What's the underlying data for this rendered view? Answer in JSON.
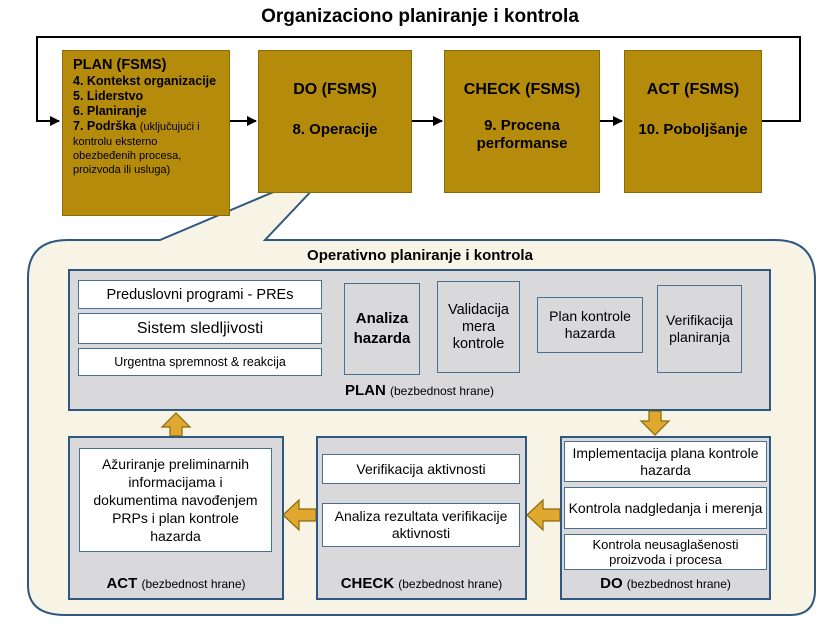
{
  "title": "Organizaciono planiranje i kontrola",
  "top_boxes": {
    "plan": {
      "head": "PLAN (FSMS)",
      "item1": "4. Kontekst organizacije",
      "item2": "5. Liderstvo",
      "item3": "6. Planiranje",
      "item4_bold": "7. Podrška",
      "item4_rest": "(uključujući i",
      "item4_tail": "kontrolu eksterno obezbeđenih procesa, proizvoda ili usluga)"
    },
    "do": {
      "head": "DO (FSMS)",
      "body": "8. Operacije"
    },
    "check": {
      "head": "CHECK (FSMS)",
      "body": "9. Procena performanse"
    },
    "act": {
      "head": "ACT (FSMS)",
      "body": "10. Poboljšanje"
    }
  },
  "operational": {
    "title": "Operativno planiranje i kontrola",
    "plan": {
      "items": [
        "Preduslovni programi - PREs",
        "Sistem sledljivosti",
        "Urgentna spremnost & reakcija"
      ],
      "analysis": "Analiza hazarda",
      "validation": "Validacija mera kontrole",
      "control_plan": "Plan kontrole hazarda",
      "verification": "Verifikacija planiranja",
      "label_bold": "PLAN",
      "label_rest": "(bezbednost hrane)"
    },
    "do": {
      "items": [
        "Implementacija plana kontrole hazarda",
        "Kontrola nadgledanja i merenja",
        "Kontrola neusaglašenosti proizvoda i procesa"
      ],
      "label_bold": "DO",
      "label_rest": "(bezbednost hrane)"
    },
    "check": {
      "items": [
        "Verifikacija aktivnosti",
        "Analiza rezultata verifikacije aktivnosti"
      ],
      "label_bold": "CHECK",
      "label_rest": "(bezbednost hrane)"
    },
    "act": {
      "item": "Ažuriranje preliminarnih informacijama i dokumentima navođenjem PRPs i plan kontrole hazarda",
      "label_bold": "ACT",
      "label_rest": "(bezbednost hrane)"
    }
  },
  "colors": {
    "gold": "#b58b0c",
    "panel": "#d9d9db",
    "border": "#2f5780",
    "bubble": "#f7f4e6"
  }
}
